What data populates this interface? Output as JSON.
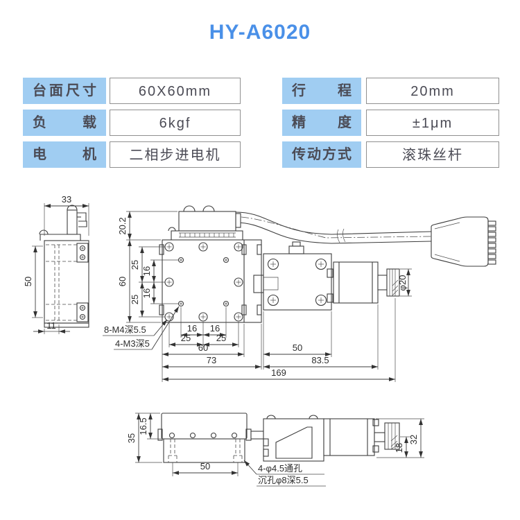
{
  "title": "HY-A6020",
  "colors": {
    "title_blue": "#4a90e8",
    "label_bg": "#a0cdf2",
    "line": "#3c3c3c"
  },
  "specs": {
    "left": [
      {
        "label": "台面尺寸",
        "value": "60X60mm"
      },
      {
        "label": "负载",
        "value": "6kgf"
      },
      {
        "label": "电机",
        "value": "二相步进电机"
      }
    ],
    "right": [
      {
        "label": "行程",
        "value": "20mm"
      },
      {
        "label": "精度",
        "value": "±1μm"
      },
      {
        "label": "传动方式",
        "value": "滚珠丝杆"
      }
    ]
  },
  "drawing": {
    "side_view": {
      "width_dim": "33",
      "height_dim": "50",
      "foot_dim": "11"
    },
    "top_view": {
      "block_height_dim": "20.2",
      "stage_height_dim": "60",
      "v_upper25": "25",
      "v_upper16": "16",
      "v_lower16": "16",
      "v_lower25": "25",
      "h_16a": "16",
      "h_16b": "16",
      "h_25a": "25",
      "h_25b": "25",
      "stage_width_dim": "60",
      "body_dim": "73",
      "plate_dim": "50",
      "motor_dim": "83.5",
      "overall_dim": "169",
      "knob_dia_dim": "φ20",
      "m4_note": "8-M4深5.5",
      "m3_note": "4-M3深5"
    },
    "front_view": {
      "height_dim": "35",
      "top_height_dim": "16.5",
      "hole_span_dim": "50",
      "knob_offset_dim": "18",
      "motor_height_dim": "32",
      "through_hole_note": "4-φ4.5通孔",
      "counterbore_note": "沉孔φ8深5.5"
    }
  }
}
